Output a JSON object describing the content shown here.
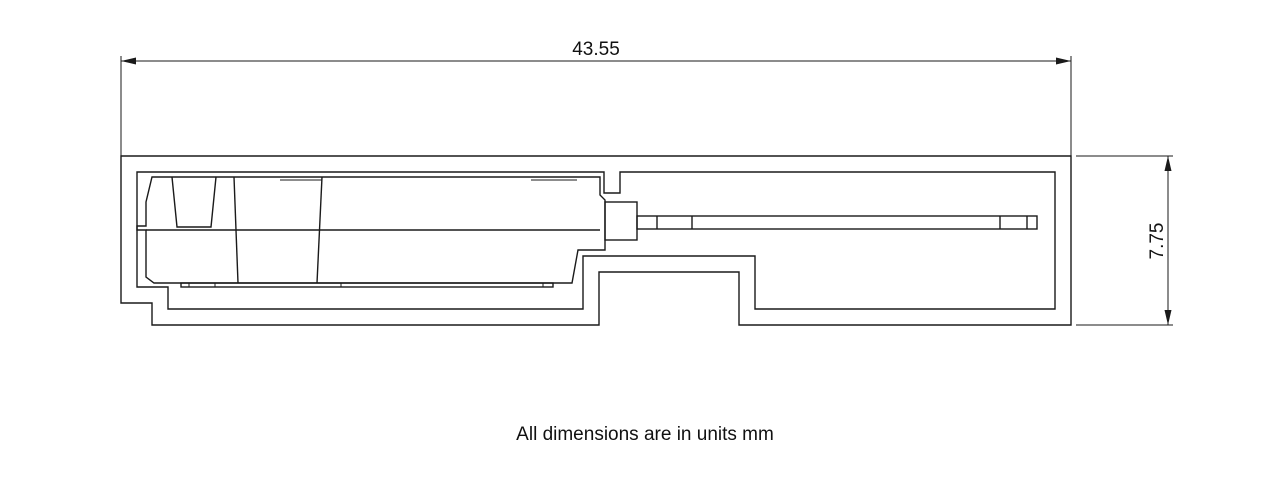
{
  "dimensions": {
    "width_label": "43.55",
    "height_label": "7.75"
  },
  "note": "All dimensions are in units mm",
  "colors": {
    "line": "#1a1a1a",
    "background": "#ffffff"
  }
}
